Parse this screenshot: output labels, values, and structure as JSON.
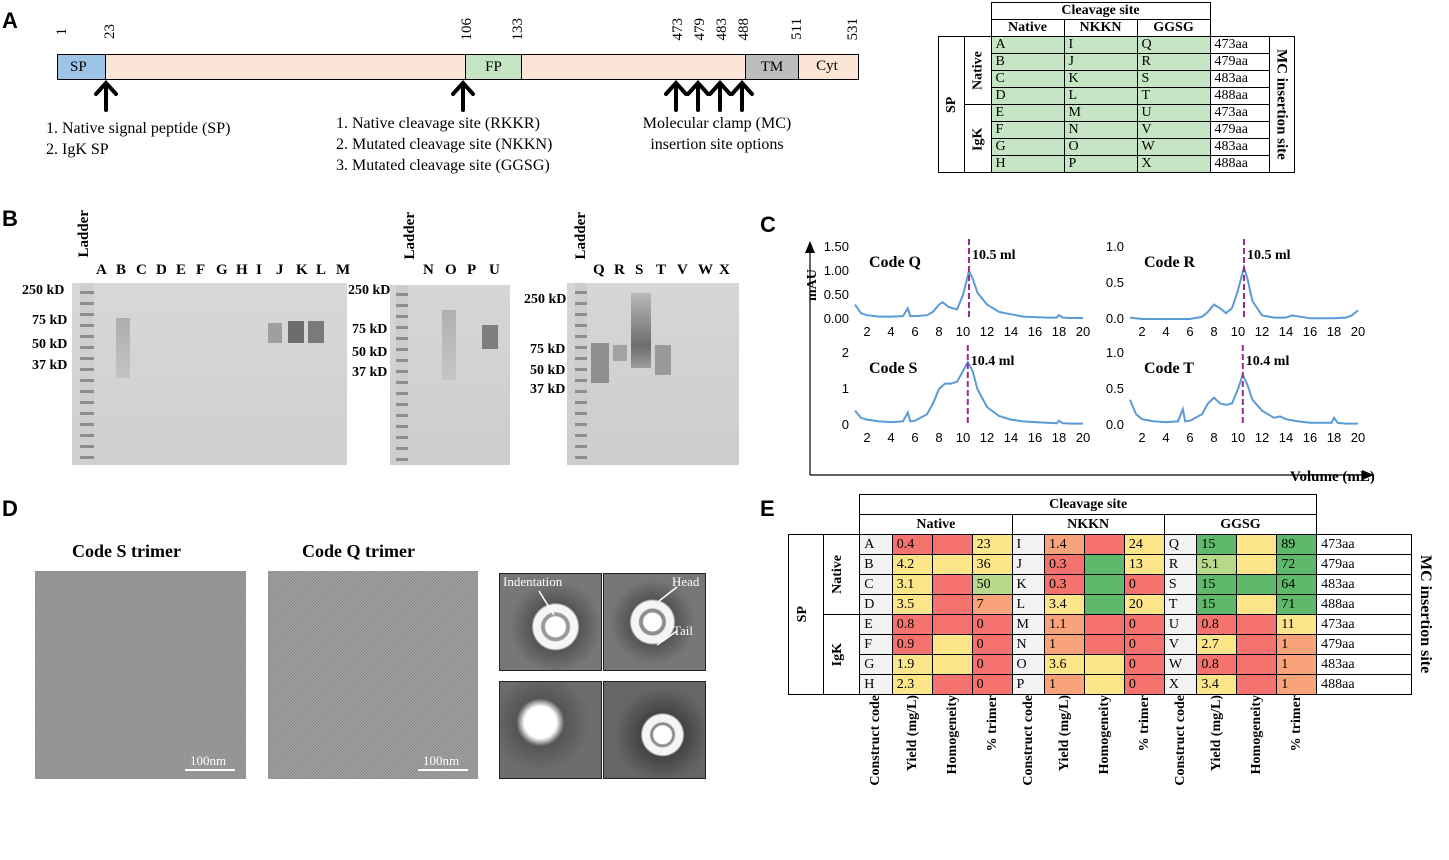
{
  "panel_labels": {
    "a": "A",
    "b": "B",
    "c": "C",
    "d": "D",
    "e": "E"
  },
  "panelA": {
    "domains": [
      {
        "label": "SP",
        "color": "#9dc3e6"
      },
      {
        "label": "FP",
        "color": "#c5e5c4"
      },
      {
        "label": "TM",
        "color": "#bdbdbd"
      },
      {
        "label": "Cyt",
        "color": "#fbe5d6"
      }
    ],
    "positions": [
      "1",
      "23",
      "106",
      "133",
      "473",
      "479",
      "483",
      "488",
      "511",
      "531"
    ],
    "sp_options": [
      "1.  Native signal peptide (SP)",
      "2.  IgK SP"
    ],
    "cleavage_options": [
      "1.  Native cleavage site (RKKR)",
      "2.  Mutated cleavage site (NKKN)",
      "3.  Mutated cleavage site (GGSG)"
    ],
    "mc_label": [
      "Molecular clamp (MC)",
      "insertion site options"
    ],
    "table": {
      "title": "Cleavage site",
      "col_headers": [
        "Native",
        "NKKN",
        "GGSG"
      ],
      "sp_label": "SP",
      "groups": [
        "Native",
        "IgK"
      ],
      "side_label": "MC insertion site",
      "rows": [
        {
          "codes": [
            "A",
            "I",
            "Q"
          ],
          "site": "473aa"
        },
        {
          "codes": [
            "B",
            "J",
            "R"
          ],
          "site": "479aa"
        },
        {
          "codes": [
            "C",
            "K",
            "S"
          ],
          "site": "483aa"
        },
        {
          "codes": [
            "D",
            "L",
            "T"
          ],
          "site": "488aa"
        },
        {
          "codes": [
            "E",
            "M",
            "U"
          ],
          "site": "473aa"
        },
        {
          "codes": [
            "F",
            "N",
            "V"
          ],
          "site": "479aa"
        },
        {
          "codes": [
            "G",
            "O",
            "W"
          ],
          "site": "483aa"
        },
        {
          "codes": [
            "H",
            "P",
            "X"
          ],
          "site": "488aa"
        }
      ]
    }
  },
  "panelB": {
    "ladder": "Ladder",
    "gel1": {
      "lanes": [
        "A",
        "B",
        "C",
        "D",
        "E",
        "F",
        "G",
        "H",
        "I",
        "J",
        "K",
        "L",
        "M"
      ],
      "markers": [
        "250 kD",
        "75 kD",
        "50 kD",
        "37 kD"
      ]
    },
    "gel2": {
      "lanes": [
        "N",
        "O",
        "P",
        "U"
      ],
      "markers": [
        "250 kD",
        "75 kD",
        "50 kD",
        "37 kD"
      ]
    },
    "gel3": {
      "lanes": [
        "Q",
        "R",
        "S",
        "T",
        "V",
        "W",
        "X"
      ],
      "markers": [
        "250 kD",
        "75 kD",
        "50 kD",
        "37 kD"
      ]
    }
  },
  "chart_data": [
    {
      "type": "line",
      "title": "Code Q",
      "peak_label": "10.5 ml",
      "peak_x": 10.5,
      "ylabel": "mAU",
      "ylim": [
        0,
        1.5
      ],
      "yticks": [
        "1.50",
        "1.00",
        "0.50",
        "0.00"
      ],
      "xticks": [
        2,
        4,
        6,
        8,
        10,
        12,
        14,
        16,
        18,
        20
      ],
      "x": [
        1,
        1.5,
        2,
        3,
        4,
        5,
        5.4,
        5.6,
        6,
        7,
        7.5,
        8,
        8.3,
        8.8,
        9.5,
        10,
        10.5,
        10.8,
        11.2,
        12,
        13,
        13.5,
        14,
        15,
        16,
        17,
        17.8,
        18,
        18.3,
        19,
        20
      ],
      "y": [
        0.3,
        0.12,
        0.08,
        0.05,
        0.05,
        0.06,
        0.22,
        0.06,
        0.06,
        0.08,
        0.15,
        0.3,
        0.35,
        0.25,
        0.2,
        0.5,
        1.0,
        0.85,
        0.55,
        0.3,
        0.15,
        0.12,
        0.1,
        0.05,
        0.04,
        0.03,
        0.03,
        0.08,
        0.03,
        0.02,
        0.02
      ],
      "color": "#5b9bd5"
    },
    {
      "type": "line",
      "title": "Code R",
      "peak_label": "10.5 ml",
      "peak_x": 10.5,
      "ylim": [
        0,
        1.0
      ],
      "yticks": [
        "1.0",
        "0.5",
        "0.0"
      ],
      "xticks": [
        2,
        4,
        6,
        8,
        10,
        12,
        14,
        16,
        18,
        20
      ],
      "x": [
        1,
        2,
        4,
        6,
        7,
        7.5,
        8,
        8.5,
        9,
        9.5,
        10,
        10.5,
        10.8,
        11.2,
        12,
        13,
        14,
        14.5,
        16,
        18,
        19,
        19.5,
        20
      ],
      "y": [
        0.02,
        0.0,
        0.0,
        0.0,
        0.03,
        0.1,
        0.2,
        0.15,
        0.08,
        0.15,
        0.4,
        0.72,
        0.55,
        0.25,
        0.05,
        0.02,
        0.02,
        0.05,
        0.01,
        0.01,
        0.02,
        0.05,
        0.12
      ],
      "color": "#5b9bd5"
    },
    {
      "type": "line",
      "title": "Code S",
      "peak_label": "10.4 ml",
      "peak_x": 10.4,
      "ylim": [
        0,
        2
      ],
      "yticks": [
        "2",
        "1",
        "0"
      ],
      "xticks": [
        2,
        4,
        6,
        8,
        10,
        12,
        14,
        16,
        18,
        20
      ],
      "x": [
        1,
        1.5,
        2,
        3,
        4,
        5,
        5.4,
        5.6,
        6,
        7,
        7.5,
        8,
        8.5,
        9,
        9.5,
        10,
        10.4,
        10.8,
        11.2,
        12,
        13,
        14,
        15,
        16,
        17,
        17.8,
        18,
        18.3,
        19,
        20
      ],
      "y": [
        0.4,
        0.2,
        0.15,
        0.1,
        0.08,
        0.1,
        0.35,
        0.1,
        0.12,
        0.3,
        0.6,
        1.0,
        1.15,
        1.15,
        1.2,
        1.5,
        1.75,
        1.5,
        1.0,
        0.5,
        0.25,
        0.15,
        0.1,
        0.08,
        0.06,
        0.05,
        0.12,
        0.05,
        0.04,
        0.04
      ],
      "color": "#5b9bd5"
    },
    {
      "type": "line",
      "title": "Code T",
      "peak_label": "10.4 ml",
      "peak_x": 10.4,
      "ylim": [
        0,
        1.0
      ],
      "yticks": [
        "1.0",
        "0.5",
        "0.0"
      ],
      "xticks": [
        2,
        4,
        6,
        8,
        10,
        12,
        14,
        16,
        18,
        20
      ],
      "x": [
        1,
        1.5,
        2,
        3,
        4,
        5,
        5.4,
        5.6,
        6,
        7,
        7.5,
        8,
        8.5,
        9,
        9.5,
        10,
        10.4,
        10.8,
        11.2,
        12,
        13,
        13.5,
        14,
        15,
        16,
        17,
        17.8,
        18,
        18.3,
        19,
        20
      ],
      "y": [
        0.35,
        0.15,
        0.08,
        0.05,
        0.04,
        0.05,
        0.22,
        0.05,
        0.06,
        0.15,
        0.3,
        0.38,
        0.3,
        0.28,
        0.3,
        0.5,
        0.7,
        0.55,
        0.35,
        0.2,
        0.1,
        0.12,
        0.08,
        0.05,
        0.03,
        0.03,
        0.03,
        0.1,
        0.03,
        0.02,
        0.02
      ],
      "color": "#5b9bd5"
    }
  ],
  "panelC": {
    "xlabel": "Volume (mL)",
    "ylabel": "mAU"
  },
  "panelD": {
    "titles": [
      "Code S trimer",
      "Code Q trimer"
    ],
    "scalebars": [
      "100nm",
      "100nm"
    ],
    "annotations": {
      "indentation": "Indentation",
      "head": "Head",
      "tail": "Tail"
    }
  },
  "panelE": {
    "title": "Cleavage site",
    "groups": [
      "Native",
      "NKKN",
      "GGSG"
    ],
    "sp_label": "SP",
    "sp_groups": [
      "Native",
      "IgK"
    ],
    "side_label": "MC insertion site",
    "col_labels": [
      "Construct code",
      "Yield (mg/L)",
      "Homogeneity",
      "% trimer"
    ],
    "colors": {
      "red": "#f4736f",
      "orange": "#f9a37b",
      "yellow": "#fde68a",
      "green": "#5fb96a",
      "lightgreen": "#b9d98a",
      "gray": "#f2f2f2"
    },
    "rows": [
      {
        "site": "473aa",
        "cells": [
          [
            "A",
            "gray"
          ],
          [
            "0.4",
            "red"
          ],
          [
            "",
            "red"
          ],
          [
            "23",
            "yellow"
          ],
          [
            "I",
            "gray"
          ],
          [
            "1.4",
            "orange"
          ],
          [
            "",
            "red"
          ],
          [
            "24",
            "yellow"
          ],
          [
            "Q",
            "gray"
          ],
          [
            "15",
            "green"
          ],
          [
            "",
            "yellow"
          ],
          [
            "89",
            "green"
          ]
        ]
      },
      {
        "site": "479aa",
        "cells": [
          [
            "B",
            "gray"
          ],
          [
            "4.2",
            "yellow"
          ],
          [
            "",
            "yellow"
          ],
          [
            "36",
            "yellow"
          ],
          [
            "J",
            "gray"
          ],
          [
            "0.3",
            "red"
          ],
          [
            "",
            "green"
          ],
          [
            "13",
            "yellow"
          ],
          [
            "R",
            "gray"
          ],
          [
            "5.1",
            "lightgreen"
          ],
          [
            "",
            "yellow"
          ],
          [
            "72",
            "green"
          ]
        ]
      },
      {
        "site": "483aa",
        "cells": [
          [
            "C",
            "gray"
          ],
          [
            "3.1",
            "yellow"
          ],
          [
            "",
            "red"
          ],
          [
            "50",
            "lightgreen"
          ],
          [
            "K",
            "gray"
          ],
          [
            "0.3",
            "red"
          ],
          [
            "",
            "green"
          ],
          [
            "0",
            "red"
          ],
          [
            "S",
            "gray"
          ],
          [
            "15",
            "green"
          ],
          [
            "",
            "green"
          ],
          [
            "64",
            "green"
          ]
        ]
      },
      {
        "site": "488aa",
        "cells": [
          [
            "D",
            "gray"
          ],
          [
            "3.5",
            "yellow"
          ],
          [
            "",
            "red"
          ],
          [
            "7",
            "orange"
          ],
          [
            "L",
            "gray"
          ],
          [
            "3.4",
            "yellow"
          ],
          [
            "",
            "green"
          ],
          [
            "20",
            "yellow"
          ],
          [
            "T",
            "gray"
          ],
          [
            "15",
            "green"
          ],
          [
            "",
            "yellow"
          ],
          [
            "71",
            "green"
          ]
        ]
      },
      {
        "site": "473aa",
        "cells": [
          [
            "E",
            "gray"
          ],
          [
            "0.8",
            "red"
          ],
          [
            "",
            "red"
          ],
          [
            "0",
            "red"
          ],
          [
            "M",
            "gray"
          ],
          [
            "1.1",
            "orange"
          ],
          [
            "",
            "red"
          ],
          [
            "0",
            "red"
          ],
          [
            "U",
            "gray"
          ],
          [
            "0.8",
            "red"
          ],
          [
            "",
            "red"
          ],
          [
            "11",
            "yellow"
          ]
        ]
      },
      {
        "site": "479aa",
        "cells": [
          [
            "F",
            "gray"
          ],
          [
            "0.9",
            "red"
          ],
          [
            "",
            "yellow"
          ],
          [
            "0",
            "red"
          ],
          [
            "N",
            "gray"
          ],
          [
            "1",
            "orange"
          ],
          [
            "",
            "red"
          ],
          [
            "0",
            "red"
          ],
          [
            "V",
            "gray"
          ],
          [
            "2.7",
            "yellow"
          ],
          [
            "",
            "red"
          ],
          [
            "1",
            "orange"
          ]
        ]
      },
      {
        "site": "483aa",
        "cells": [
          [
            "G",
            "gray"
          ],
          [
            "1.9",
            "yellow"
          ],
          [
            "",
            "yellow"
          ],
          [
            "0",
            "red"
          ],
          [
            "O",
            "gray"
          ],
          [
            "3.6",
            "yellow"
          ],
          [
            "",
            "yellow"
          ],
          [
            "0",
            "red"
          ],
          [
            "W",
            "gray"
          ],
          [
            "0.8",
            "red"
          ],
          [
            "",
            "red"
          ],
          [
            "1",
            "orange"
          ]
        ]
      },
      {
        "site": "488aa",
        "cells": [
          [
            "H",
            "gray"
          ],
          [
            "2.3",
            "yellow"
          ],
          [
            "",
            "red"
          ],
          [
            "0",
            "red"
          ],
          [
            "P",
            "gray"
          ],
          [
            "1",
            "orange"
          ],
          [
            "",
            "yellow"
          ],
          [
            "0",
            "red"
          ],
          [
            "X",
            "gray"
          ],
          [
            "3.4",
            "yellow"
          ],
          [
            "",
            "red"
          ],
          [
            "1",
            "orange"
          ]
        ]
      }
    ]
  }
}
